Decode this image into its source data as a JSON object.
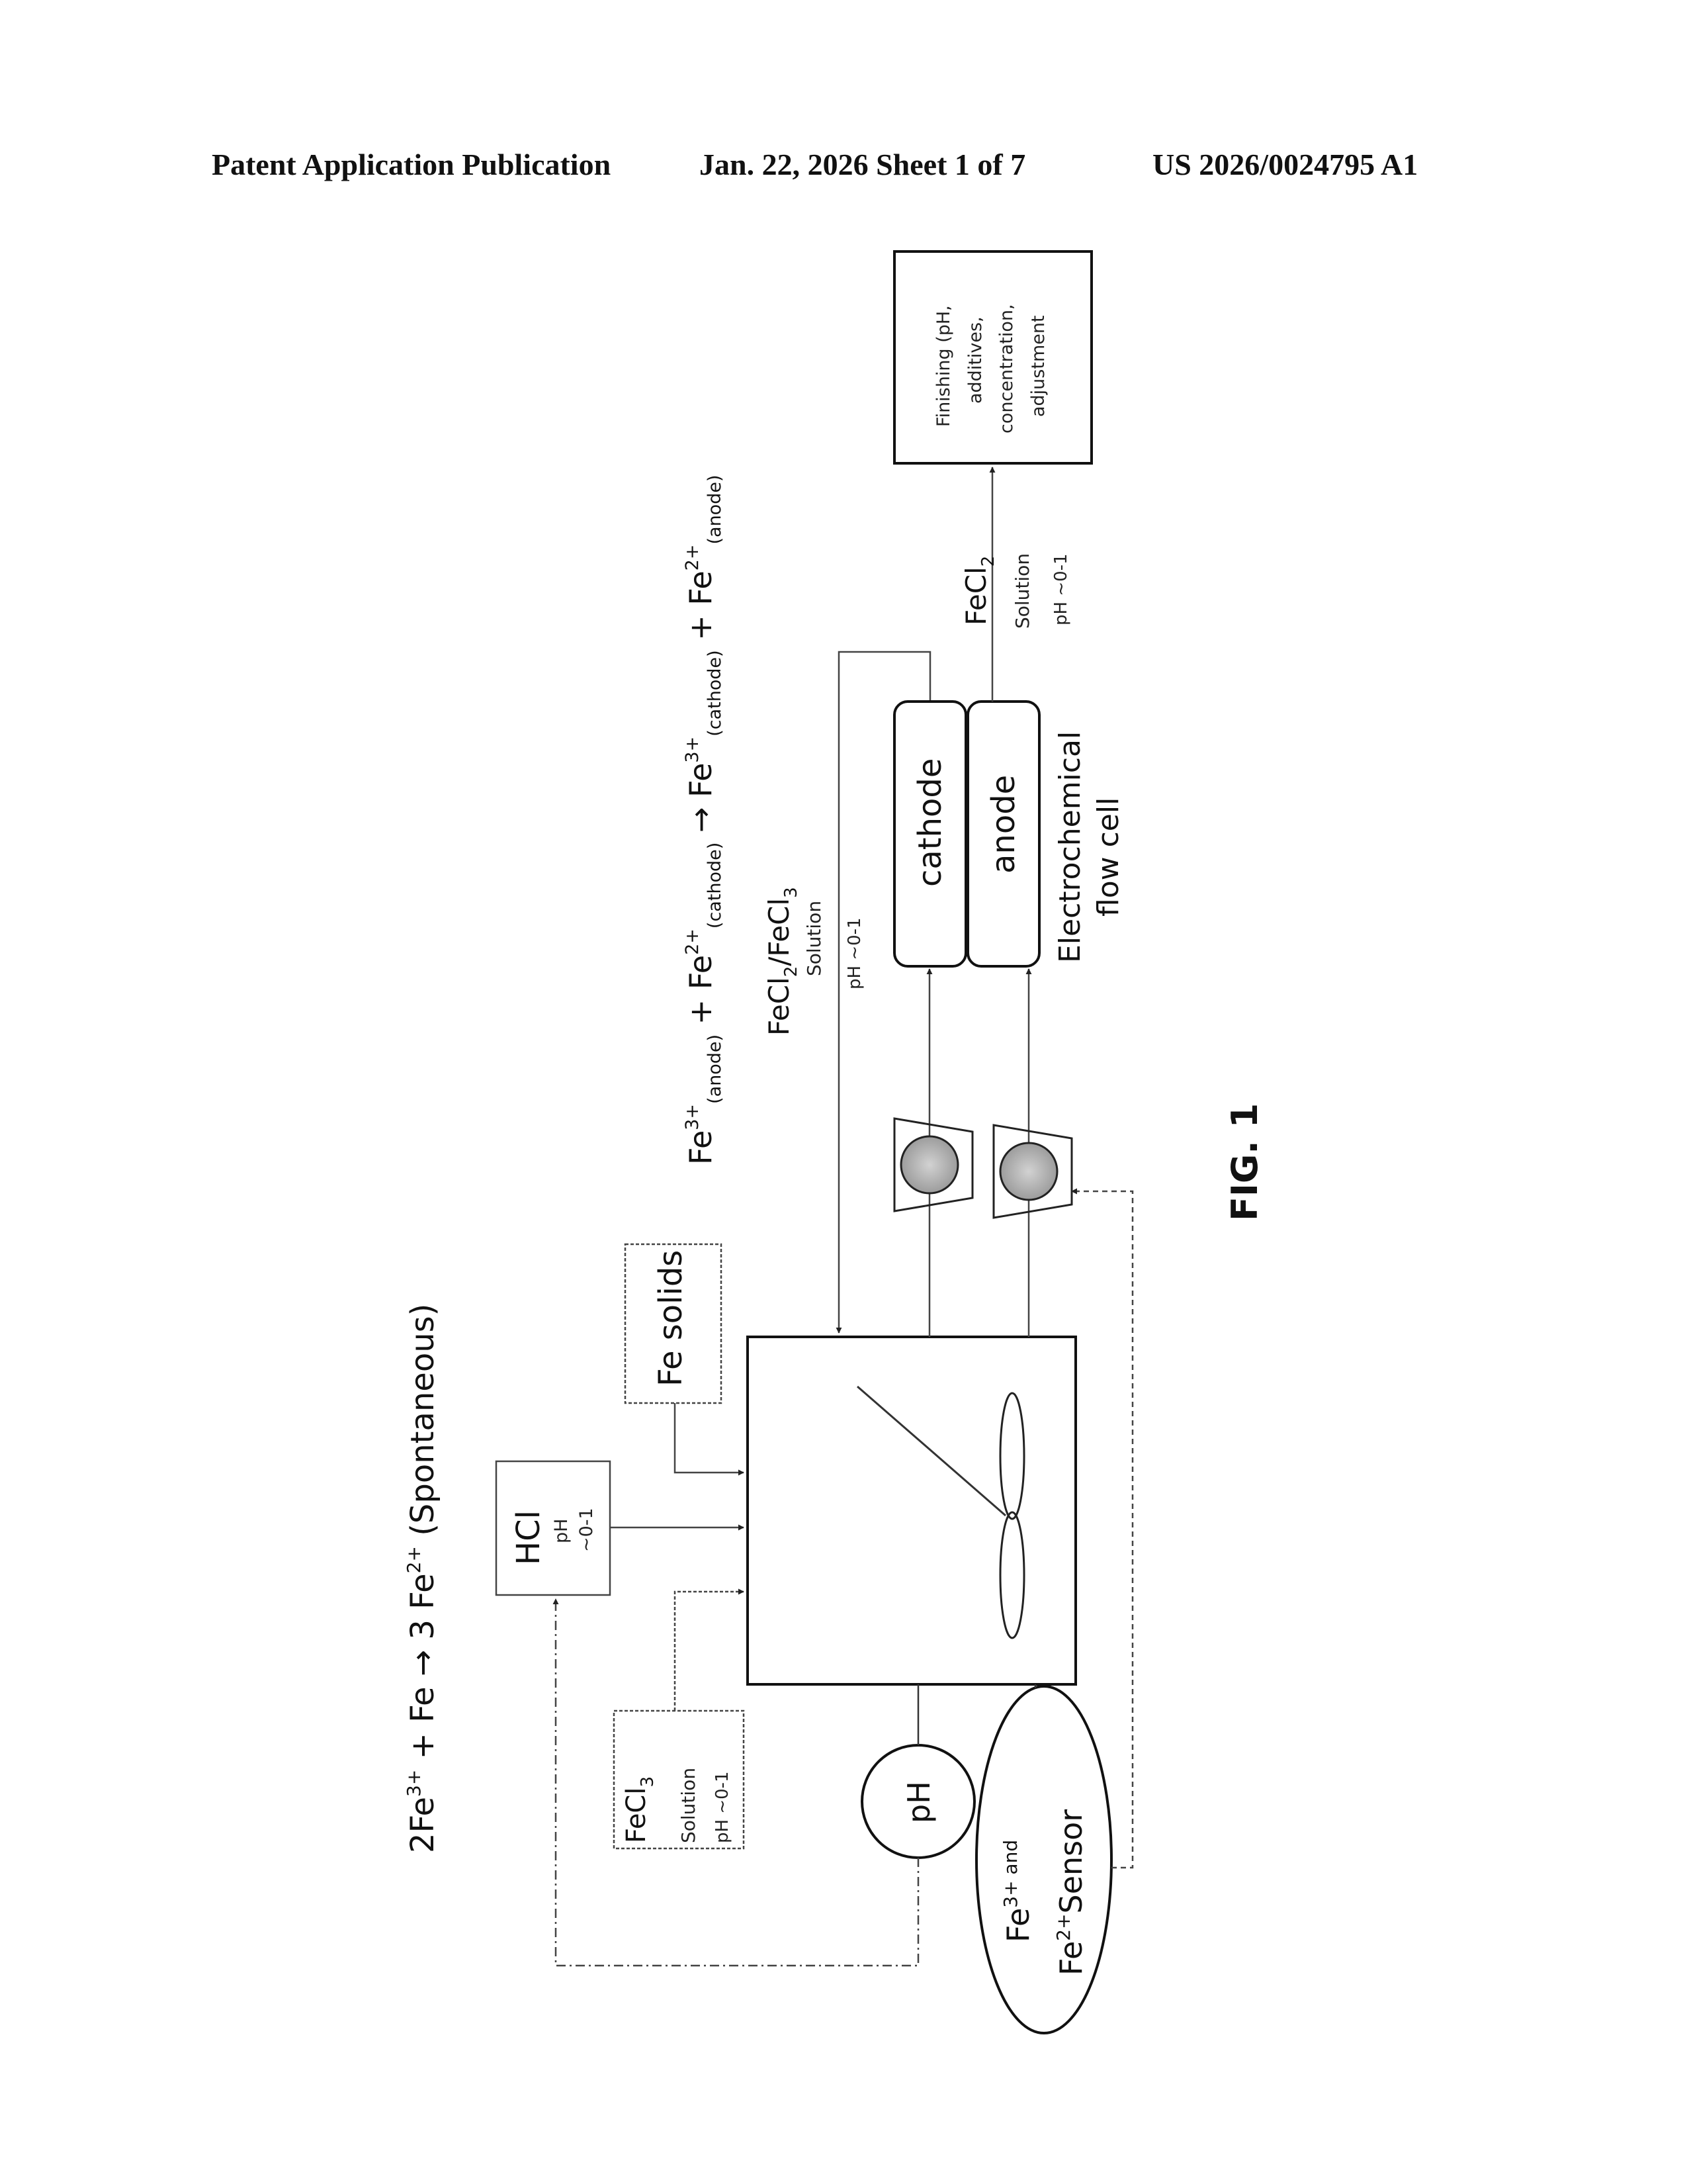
{
  "header": {
    "left": "Patent Application Publication",
    "middle": "Jan. 22, 2026  Sheet 1 of 7",
    "right": "US 2026/0024795 A1"
  },
  "figure": {
    "label": "FIG. 1",
    "reaction_spontaneous": {
      "lhs": "2Fe",
      "lhs_sup": "3+",
      "mid": " + Fe ",
      "arrow": "→",
      "rhs": " 3 Fe",
      "rhs_sup": "2+",
      "tail": " (Spontaneous)"
    },
    "reaction_flowcell": {
      "p1": "Fe",
      "p1_sup": "3+",
      "p1_sub": "(anode)",
      "p2": " + Fe",
      "p2_sup": "2+",
      "p2_sub": "(cathode)",
      "arrow": " → ",
      "p3": "Fe",
      "p3_sup": "3+",
      "p3_sub": "(cathode)",
      "p4": " + Fe",
      "p4_sup": "2+",
      "p4_sub": "(anode)"
    },
    "fecl3_box": {
      "name": "FeCl",
      "name_sub": "3",
      "line2": "Solution",
      "line3": "pH ~0-1"
    },
    "hcl_box": {
      "name": "HCl",
      "line2": "pH",
      "line3": "~0-1"
    },
    "fe_solids_box": {
      "label": "Fe solids"
    },
    "ph_sensor": {
      "label": "pH"
    },
    "fe_sensor": {
      "l1": "Fe",
      "l1_sup": "3+",
      "l1_tail": " and",
      "l2": "Fe",
      "l2_sup": "2+",
      "l2_tail": "Sensor"
    },
    "recycle_stream": {
      "name": "FeCl",
      "sub1": "2",
      "slash": "/FeCl",
      "sub2": "3",
      "line2": "Solution",
      "line3": "pH ~0-1"
    },
    "flow_cell": {
      "cathode": "cathode",
      "anode": "anode",
      "title1": "Electrochemical",
      "title2": "flow cell"
    },
    "product_stream": {
      "name": "FeCl",
      "sub": "2",
      "line2": "Solution",
      "line3": "pH ~0-1"
    },
    "finishing_box": {
      "l1": "Finishing (pH,",
      "l2": "additives,",
      "l3": "concentration,",
      "l4": "adjustment"
    }
  }
}
